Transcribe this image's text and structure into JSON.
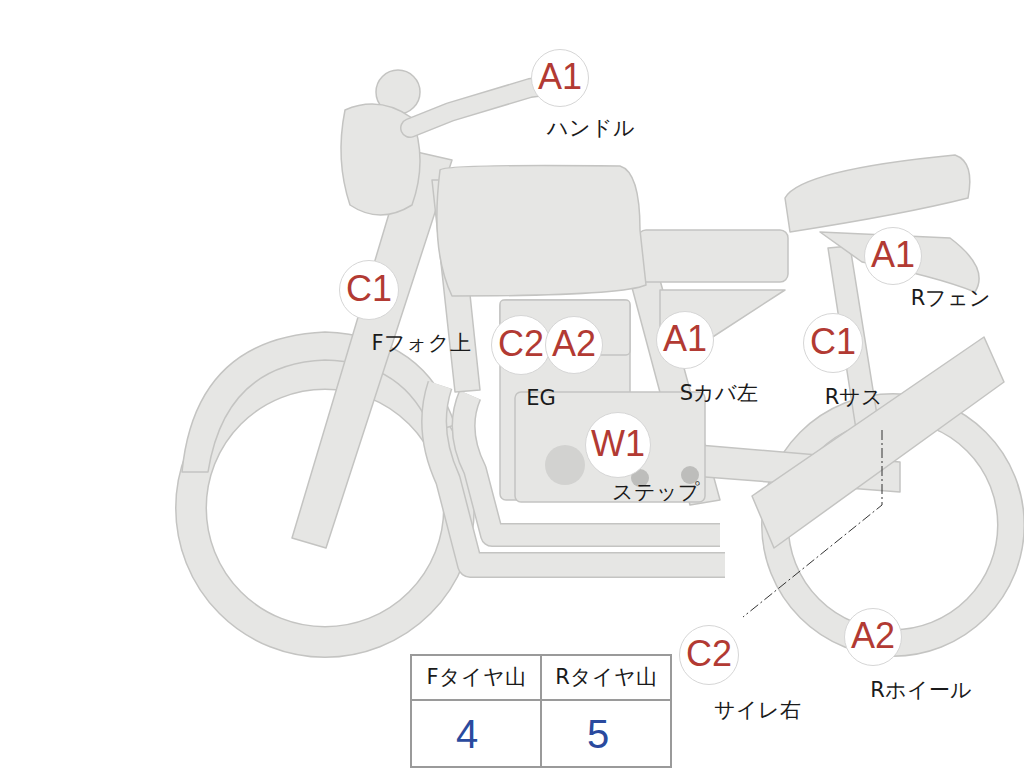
{
  "diagram": {
    "nodes": [
      {
        "text": [
          "A1",
          "ハンドル"
        ]
      },
      {
        "text": [
          "A1",
          "Rフェン"
        ]
      },
      {
        "text": [
          "C1",
          "Fフォク上"
        ]
      },
      {
        "text": [
          "C2",
          "EG"
        ]
      },
      {
        "text": [
          "A2"
        ]
      },
      {
        "text": [
          "A1",
          "Sカバ左"
        ]
      },
      {
        "text": [
          "C1",
          "Rサス"
        ]
      },
      {
        "text": [
          "W1",
          "ステップ"
        ]
      },
      {
        "text": [
          "C2",
          "サイレ右"
        ]
      },
      {
        "text": [
          "A2",
          "Rホイール"
        ]
      }
    ],
    "labels": [
      "Fタイヤ山",
      "Rタイヤ山",
      "4",
      "5"
    ]
  }
}
